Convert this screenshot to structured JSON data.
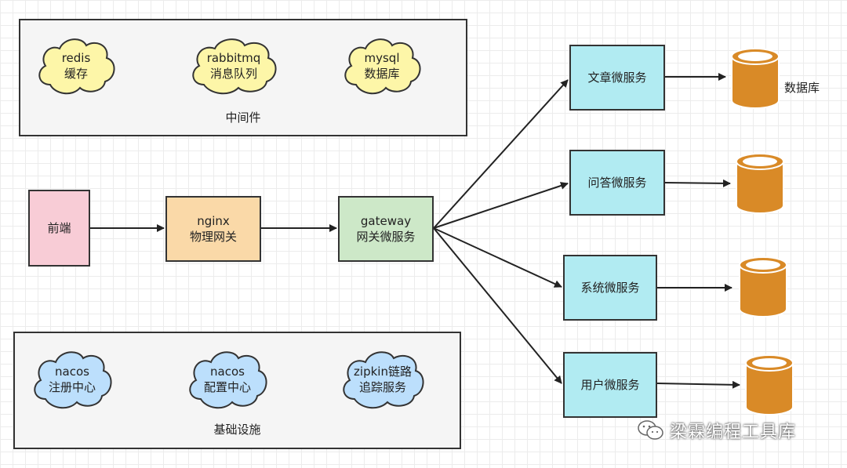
{
  "middleware": {
    "label": "中间件",
    "items": [
      {
        "line1": "redis",
        "line2": "缓存"
      },
      {
        "line1": "rabbitmq",
        "line2": "消息队列"
      },
      {
        "line1": "mysql",
        "line2": "数据库"
      }
    ],
    "cloud_color": "#fdf6a8"
  },
  "infrastructure": {
    "label": "基础设施",
    "items": [
      {
        "line1": "nacos",
        "line2": "注册中心"
      },
      {
        "line1": "nacos",
        "line2": "配置中心"
      },
      {
        "line1": "zipkin链路",
        "line2": "追踪服务"
      }
    ],
    "cloud_color": "#bcdffc"
  },
  "flow": {
    "frontend": {
      "line1": "前端",
      "color": "#f8ccd6"
    },
    "nginx": {
      "line1": "nginx",
      "line2": "物理网关",
      "color": "#fad9a8"
    },
    "gateway": {
      "line1": "gateway",
      "line2": "网关微服务",
      "color": "#cde8c8"
    }
  },
  "services": [
    {
      "label": "文章微服务"
    },
    {
      "label": "问答微服务"
    },
    {
      "label": "系统微服务"
    },
    {
      "label": "用户微服务"
    }
  ],
  "database": {
    "label": "数据库",
    "color": "#d98a27"
  },
  "watermark": {
    "text": "梁霖编程工具库"
  }
}
